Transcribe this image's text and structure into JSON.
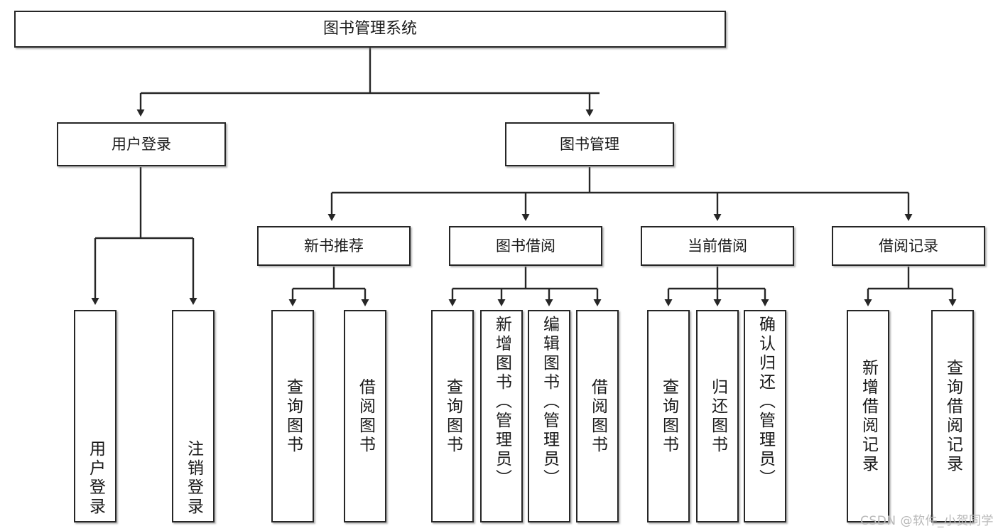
{
  "diagram": {
    "type": "tree",
    "title": "图书管理系统",
    "watermark": "CSDN @软件_小贺同学",
    "colors": {
      "border": "#262626",
      "background": "#ffffff",
      "text": "#1a1a1a",
      "watermark": "#b8b8b8"
    },
    "nodes": {
      "root": {
        "label": "图书管理系统"
      },
      "level2": [
        {
          "label": "用户登录"
        },
        {
          "label": "图书管理"
        }
      ],
      "level3": [
        {
          "label": "新书推荐"
        },
        {
          "label": "图书借阅"
        },
        {
          "label": "当前借阅"
        },
        {
          "label": "借阅记录"
        }
      ],
      "leaves_user_login": [
        {
          "label": "用户登录"
        },
        {
          "label": "注销登录"
        }
      ],
      "leaves_new_books": [
        {
          "label": "查询图书"
        },
        {
          "label": "借阅图书"
        }
      ],
      "leaves_borrow": [
        {
          "label": "查询图书"
        },
        {
          "label": "新增图书（管理员）"
        },
        {
          "label": "编辑图书（管理员）"
        },
        {
          "label": "借阅图书"
        }
      ],
      "leaves_current": [
        {
          "label": "查询图书"
        },
        {
          "label": "归还图书"
        },
        {
          "label": "确认归还（管理员）"
        }
      ],
      "leaves_records": [
        {
          "label": "新增借阅记录"
        },
        {
          "label": "查询借阅记录"
        }
      ]
    }
  }
}
